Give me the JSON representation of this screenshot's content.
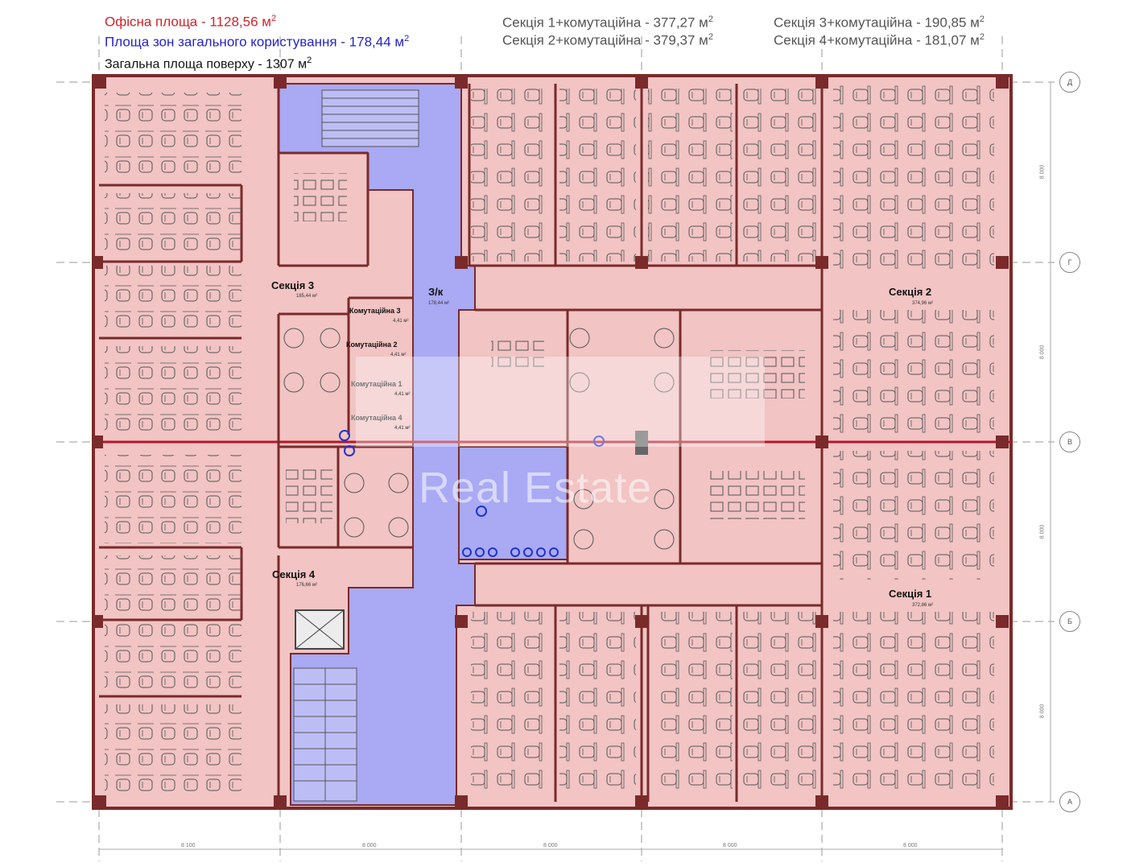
{
  "legend": {
    "office_area": "Офісна площа - 1128,56 м",
    "common_area": "Площа зон загального користування - 178,44 м",
    "total_area": "Загальна площа поверху - 1307 м",
    "section1": "Секція 1+комутаційна - 377,27 м",
    "section2": "Секція 2+комутаційна - 379,37 м",
    "section3": "Секція 3+комутаційна - 190,85 м",
    "section4": "Секція 4+комутаційна - 181,07 м",
    "sup": "2"
  },
  "colors": {
    "office": "#f2c4c4",
    "common": "#a9a9f4",
    "wall": "#7a2a2a",
    "legend_office": "#d0232b",
    "legend_common": "#2424c8",
    "legend_total": "#111111",
    "legend_sections": "#555555"
  },
  "rooms": {
    "section3": {
      "name": "Секція 3",
      "area": "185,44 м²"
    },
    "section4": {
      "name": "Секція 4",
      "area": "176,66 м²"
    },
    "section2": {
      "name": "Секція 2",
      "area": "374,96 м²"
    },
    "section1": {
      "name": "Секція 1",
      "area": "372,86 м²"
    },
    "corridor": {
      "name": "З/к",
      "area": "178,44 м²"
    },
    "switch3": {
      "name": "Комутаційна 3",
      "area": "4,41 м²"
    },
    "switch2": {
      "name": "Комутаційна 2",
      "area": "4,41 м²"
    },
    "switch1": {
      "name": "Комутаційна 1",
      "area": "4,41 м²"
    },
    "switch4": {
      "name": "Комутаційна 4",
      "area": "4,41 м²"
    }
  },
  "axes": {
    "rows": [
      "Д",
      "Г",
      "В",
      "Б",
      "А"
    ],
    "dims_vertical": [
      "8 000",
      "8 000",
      "8 000",
      "8 000"
    ],
    "dims_horizontal": [
      "8 100",
      "8 000",
      "8 000",
      "8 000",
      "8 000"
    ]
  },
  "watermark": "Real Estate"
}
